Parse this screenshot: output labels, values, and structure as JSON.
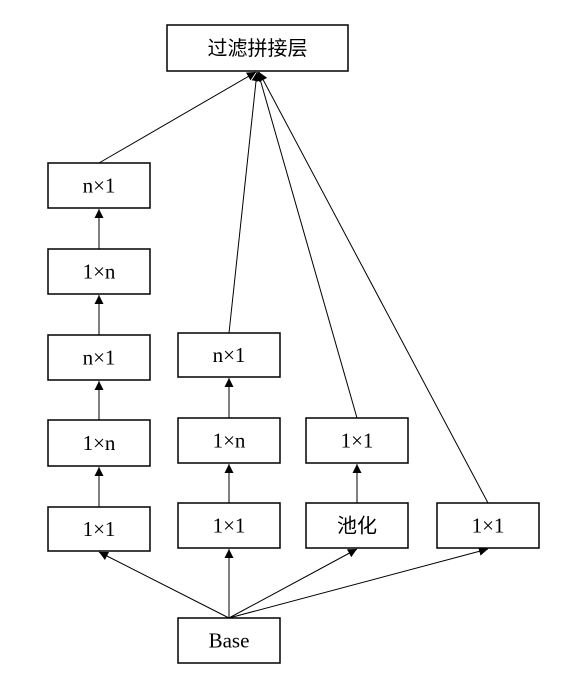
{
  "diagram": {
    "nodes": {
      "concat": "过滤拼接层",
      "b1_5": "n×1",
      "b1_4": "1×n",
      "b1_3": "n×1",
      "b1_2": "1×n",
      "b1_1": "1×1",
      "b2_3": "n×1",
      "b2_2": "1×n",
      "b2_1": "1×1",
      "b3_2": "1×1",
      "b3_1": "池化",
      "b4_1": "1×1",
      "base": "Base"
    },
    "edges": [
      [
        "base",
        "b1_1"
      ],
      [
        "base",
        "b2_1"
      ],
      [
        "base",
        "b3_1"
      ],
      [
        "base",
        "b4_1"
      ],
      [
        "b1_1",
        "b1_2"
      ],
      [
        "b1_2",
        "b1_3"
      ],
      [
        "b1_3",
        "b1_4"
      ],
      [
        "b1_4",
        "b1_5"
      ],
      [
        "b1_5",
        "concat"
      ],
      [
        "b2_1",
        "b2_2"
      ],
      [
        "b2_2",
        "b2_3"
      ],
      [
        "b2_3",
        "concat"
      ],
      [
        "b3_1",
        "b3_2"
      ],
      [
        "b3_2",
        "concat"
      ],
      [
        "b4_1",
        "concat"
      ]
    ]
  }
}
